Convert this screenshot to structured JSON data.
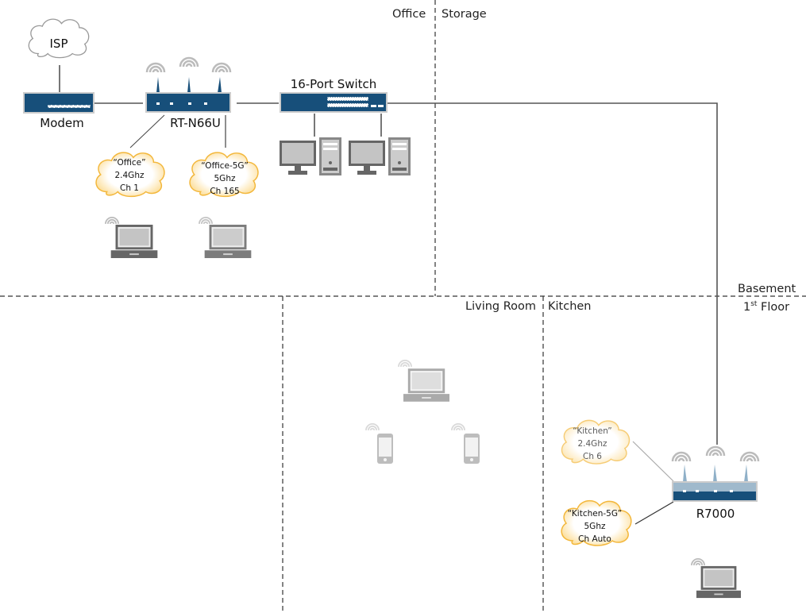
{
  "zones": {
    "office": "Office",
    "storage": "Storage",
    "basement": "Basement",
    "first_floor_prefix": "1",
    "first_floor_sup": "st",
    "first_floor_suffix": " Floor",
    "living_room": "Living Room",
    "kitchen": "Kitchen"
  },
  "devices": {
    "isp": "ISP",
    "modem": "Modem",
    "router_office": "RT-N66U",
    "switch": "16-Port Switch",
    "router_kitchen": "R7000"
  },
  "networks": [
    {
      "ssid": "“Office”",
      "band": "2.4Ghz",
      "channel": "Ch 1"
    },
    {
      "ssid": "“Office-5G”",
      "band": "5Ghz",
      "channel": "Ch 165"
    },
    {
      "ssid": "“Kitchen”",
      "band": "2.4Ghz",
      "channel": "Ch 6"
    },
    {
      "ssid": "“Kitchen-5G”",
      "band": "5Ghz",
      "channel": "Ch Auto"
    }
  ],
  "colors": {
    "device_blue": "#174f7a",
    "cloud_fill": "#fcd98a",
    "cloud_stroke": "#f3b73b"
  }
}
